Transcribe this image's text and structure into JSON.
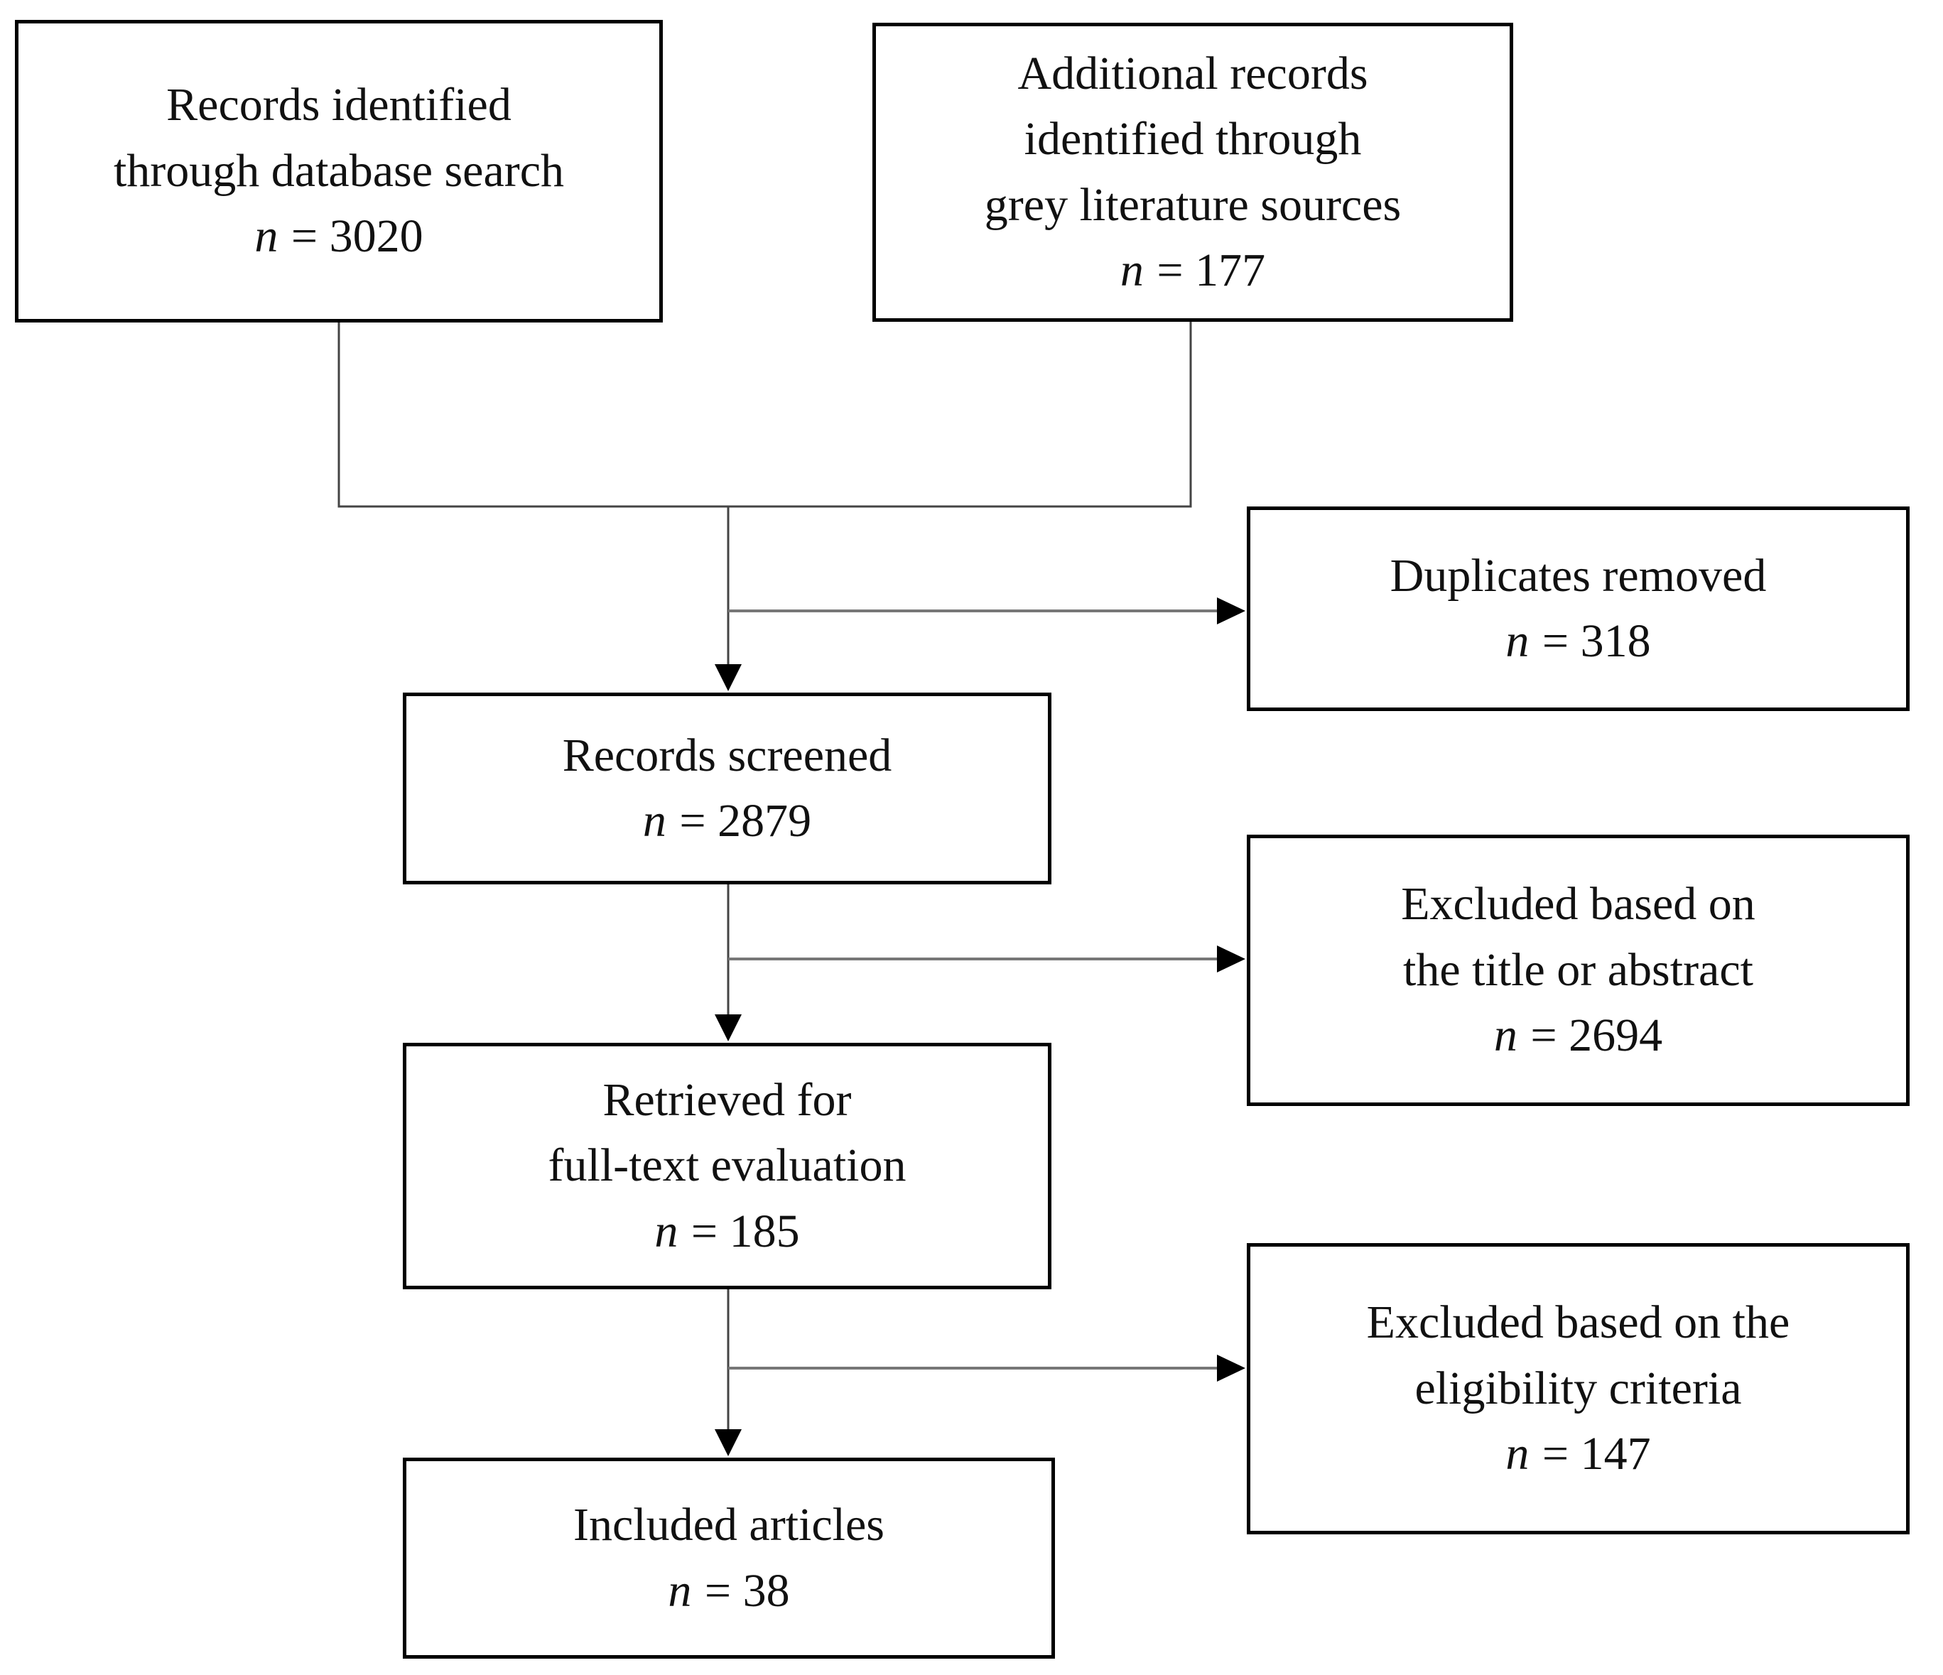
{
  "figure": {
    "type": "flow-diagram",
    "description": "Literature screening (PRISMA-style) flow diagram"
  },
  "colors": {
    "background": "#ffffff",
    "box_border": "#000000",
    "text": "#111111",
    "connector_vertical": "#444444",
    "connector_horizontal": "#777777",
    "arrowhead": "#000000"
  },
  "boxes": {
    "records_identified": {
      "lines": [
        "Records identified",
        "through database search"
      ],
      "n_var": "n",
      "n_rest": "= 3020"
    },
    "additional_records": {
      "lines": [
        "Additional records",
        "identified through",
        "grey literature sources"
      ],
      "n_var": "n",
      "n_rest": "= 177"
    },
    "duplicates_removed": {
      "lines": [
        "Duplicates removed"
      ],
      "n_var": "n",
      "n_rest": "= 318"
    },
    "records_screened": {
      "lines": [
        "Records screened"
      ],
      "n_var": "n",
      "n_rest": "= 2879"
    },
    "excluded_title_abstract": {
      "lines": [
        "Excluded based on",
        "the title or abstract"
      ],
      "n_var": "n",
      "n_rest": "= 2694"
    },
    "retrieved_fulltext": {
      "lines": [
        "Retrieved for",
        "full-text evaluation"
      ],
      "n_var": "n",
      "n_rest": "= 185"
    },
    "excluded_eligibility": {
      "lines": [
        "Excluded based on the",
        "eligibility criteria"
      ],
      "n_var": "n",
      "n_rest": "= 147"
    },
    "included_articles": {
      "lines": [
        "Included articles"
      ],
      "n_var": "n",
      "n_rest": "= 38"
    }
  }
}
